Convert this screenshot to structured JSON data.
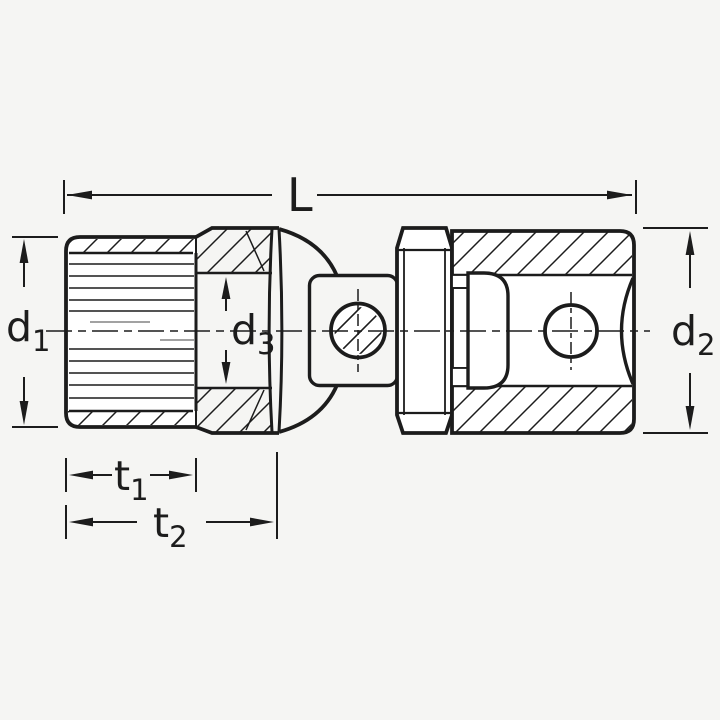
{
  "colors": {
    "background": "#f5f5f3",
    "line": "#1c1c1c"
  },
  "dimensions": {
    "length": {
      "main": "L",
      "sub": ""
    },
    "d1": {
      "main": "d",
      "sub": "1"
    },
    "d3": {
      "main": "d",
      "sub": "3"
    },
    "d2": {
      "main": "d",
      "sub": "2"
    },
    "t1": {
      "main": "t",
      "sub": "1"
    },
    "t2": {
      "main": "t",
      "sub": "2"
    }
  }
}
